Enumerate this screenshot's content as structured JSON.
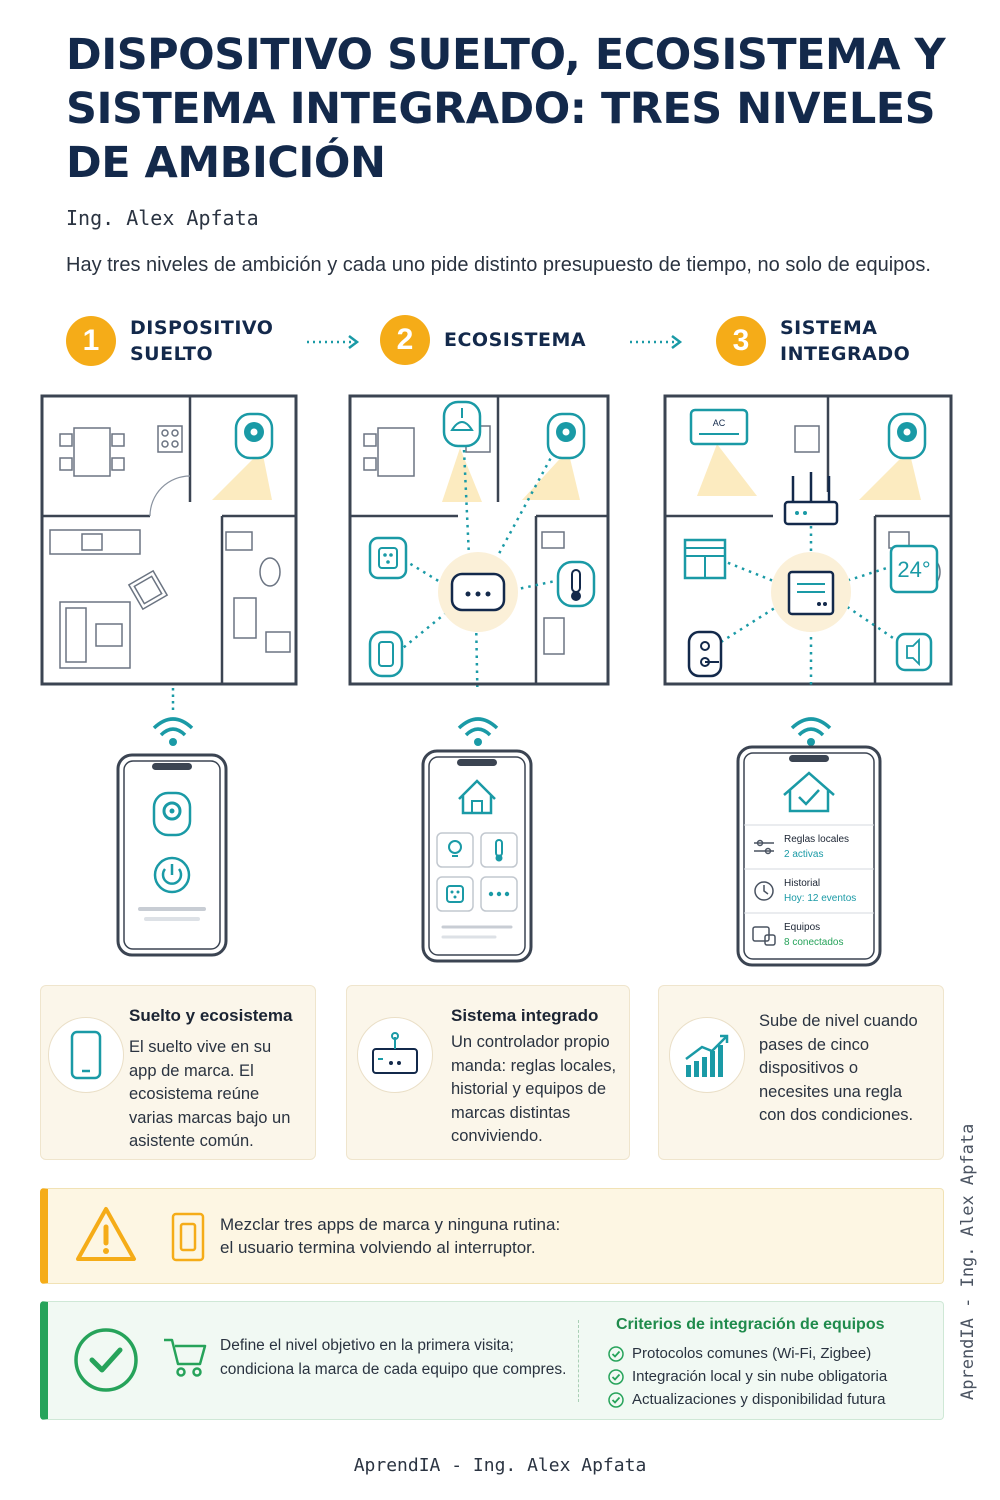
{
  "title": "DISPOSITIVO SUELTO, ECOSISTEMA Y SISTEMA INTEGRADO: TRES NIVELES DE AMBICIÓN",
  "author": "Ing. Alex Apfata",
  "intro": "Hay tres niveles de ambición y cada uno pide distinto presupuesto de tiempo, no solo de equipos.",
  "steps": [
    {
      "number": "1",
      "line1": "DISPOSITIVO",
      "line2": "SUELTO"
    },
    {
      "number": "2",
      "line1": "ECOSISTEMA",
      "line2": ""
    },
    {
      "number": "3",
      "line1": "SISTEMA",
      "line2": "INTEGRADO"
    }
  ],
  "plan3": {
    "ac_label": "AC",
    "temperature": "24°"
  },
  "phone3": {
    "rows": [
      {
        "title": "Reglas locales",
        "sub": "2 activas"
      },
      {
        "title": "Historial",
        "sub": "Hoy: 12 eventos"
      },
      {
        "title": "Equipos",
        "sub": "8 conectados"
      }
    ]
  },
  "cards": [
    {
      "title": "Suelto y ecosistema",
      "lines": [
        "El suelto vive en su",
        "app de marca. El",
        "ecosistema reúne",
        "varias marcas bajo un",
        "asistente común."
      ]
    },
    {
      "title": "Sistema integrado",
      "lines": [
        "Un controlador propio",
        "manda: reglas locales,",
        "historial y equipos de",
        "marcas distintas",
        "conviviendo."
      ]
    },
    {
      "title": "",
      "lines": [
        "Sube de nivel cuando",
        "pases de cinco",
        "dispositivos o",
        "necesites una regla",
        "con dos condiciones."
      ]
    }
  ],
  "warning": {
    "line1": "Mezclar tres apps de marca y ninguna rutina:",
    "line2": "el usuario termina volviendo al interruptor."
  },
  "recommendation": {
    "line1": "Define el nivel objetivo en la primera visita;",
    "line2": "condiciona la marca de cada equipo que compres.",
    "criteria_title": "Criterios de integración de equipos",
    "criteria": [
      "Protocolos comunes (Wi-Fi, Zigbee)",
      "Integración local y sin nube obligatoria",
      "Actualizaciones y disponibilidad futura"
    ]
  },
  "footer": "AprendIA - Ing. Alex Apfata",
  "vertical_credit": "AprendIA - Ing. Alex Apfata",
  "colors": {
    "navy": "#13294b",
    "teal": "#1a9aa6",
    "orange": "#f5ac18",
    "green": "#26a35a"
  }
}
